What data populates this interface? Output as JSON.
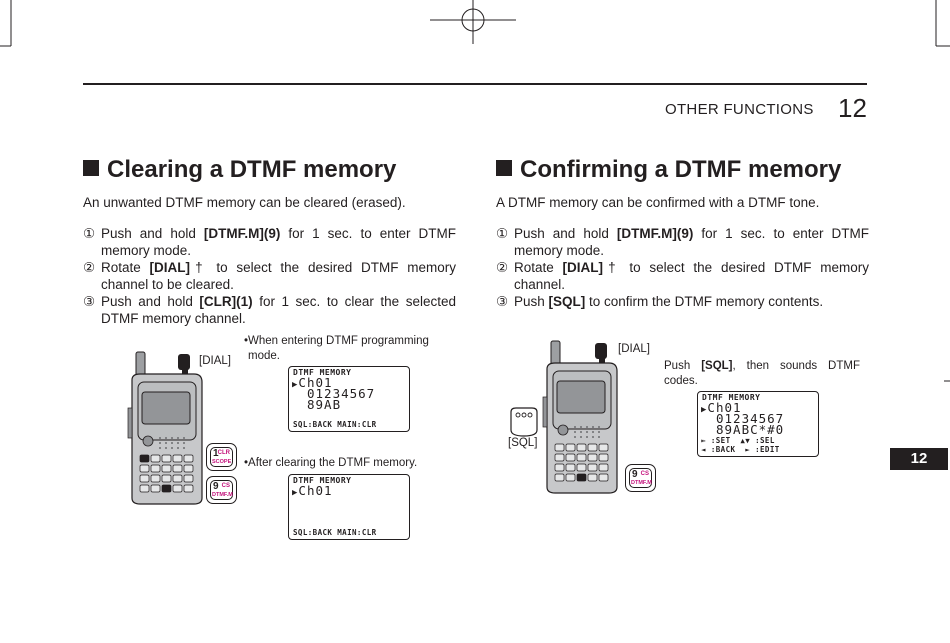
{
  "header": {
    "section_title": "OTHER FUNCTIONS",
    "section_number": "12"
  },
  "side_tab": "12",
  "left": {
    "heading": "Clearing a DTMF memory",
    "intro": "An unwanted DTMF memory can be cleared (erased).",
    "steps": [
      {
        "marker": "①",
        "parts": [
          "Push and hold ",
          "[DTMF.M](9)",
          " for 1 sec. to enter DTMF memory mode."
        ]
      },
      {
        "marker": "②",
        "parts": [
          "Rotate ",
          "[DIAL]",
          "† to select the desired DTMF memory channel to be cleared."
        ]
      },
      {
        "marker": "③",
        "parts": [
          "Push and hold ",
          "[CLR](1)",
          " for 1 sec. to clear the selected DTMF memory channel."
        ]
      }
    ],
    "dial_label": "[DIAL]",
    "note1": "When entering DTMF programming mode.",
    "note2": "After clearing the DTMF memory.",
    "lcd1": {
      "title": "DTMF MEMORY",
      "line1": "Ch01",
      "line2": "01234567",
      "line3": "89AB",
      "bottom": "SQL:BACK MAIN:CLR"
    },
    "lcd2": {
      "title": "DTMF MEMORY",
      "line1": "Ch01",
      "bottom": "SQL:BACK MAIN:CLR"
    },
    "key1": {
      "num": "1",
      "top": "CLR",
      "bottom": "SCOPE"
    },
    "key2": {
      "num": "9",
      "top": "CS",
      "bottom": "DTMF.M"
    }
  },
  "right": {
    "heading": "Confirming a DTMF memory",
    "intro": "A DTMF memory can be confirmed with a DTMF tone.",
    "steps": [
      {
        "marker": "①",
        "parts": [
          "Push and hold ",
          "[DTMF.M](9)",
          " for 1 sec. to enter DTMF memory mode."
        ]
      },
      {
        "marker": "②",
        "parts": [
          "Rotate ",
          "[DIAL]",
          "† to select the desired DTMF memory channel."
        ]
      },
      {
        "marker": "③",
        "parts": [
          "Push ",
          "[SQL]",
          " to confirm the DTMF memory contents."
        ]
      }
    ],
    "dial_label": "[DIAL]",
    "sql_label": "[SQL]",
    "note": "Push [SQL], then sounds DTMF codes.",
    "note_parts": [
      "Push ",
      "[SQL]",
      ", then sounds DTMF codes."
    ],
    "lcd": {
      "title": "DTMF MEMORY",
      "line1": "Ch01",
      "line2": "01234567",
      "line3": "89ABC*#0",
      "bottom1": "⇤ :SET  ▲▼ :SEL",
      "bottom2": "◄ :BACK  ► :EDIT"
    },
    "key": {
      "num": "9",
      "top": "CS",
      "bottom": "DTMF.M"
    }
  }
}
